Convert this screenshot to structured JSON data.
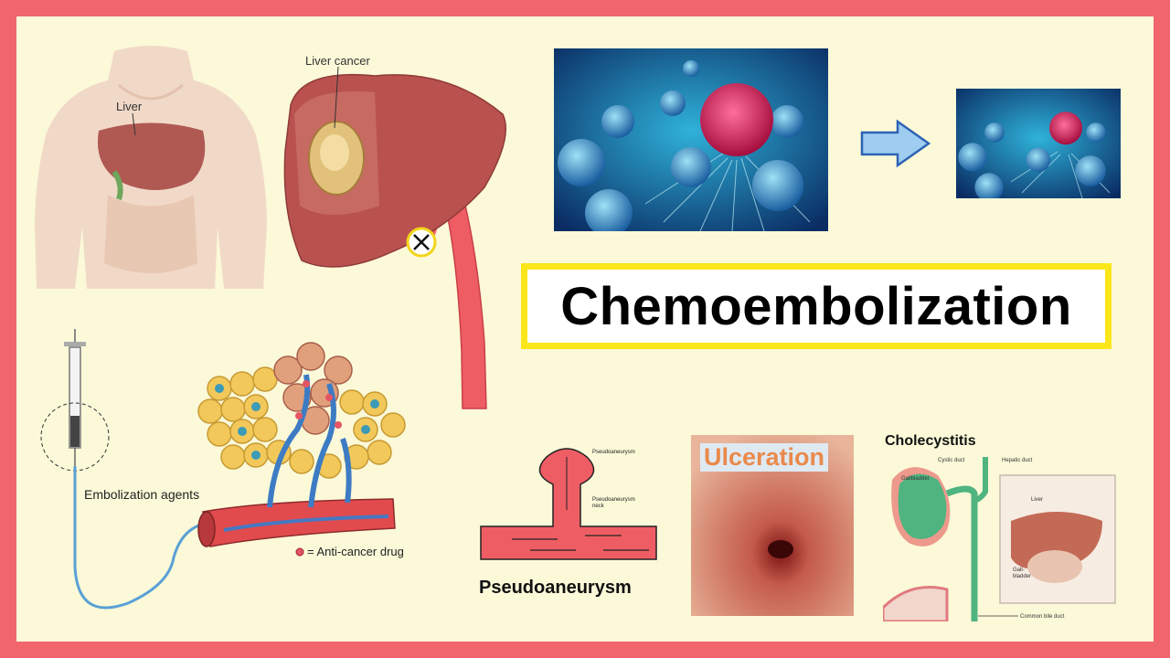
{
  "title": "Chemoembolization",
  "torso": {
    "liver_label": "Liver"
  },
  "liver_cancer": {
    "label": "Liver cancer"
  },
  "embolization": {
    "agents_label": "Embolization agents",
    "drug_legend": "= Anti-cancer drug"
  },
  "complications": {
    "pseudoaneurysm": {
      "caption": "Pseudoaneurysm",
      "label_sac": "Pseudoaneurysm",
      "label_neck_1": "Pseudoaneurysm",
      "label_neck_2": "neck"
    },
    "ulceration": {
      "caption": "Ulceration"
    },
    "cholecystitis": {
      "caption": "Cholecystitis",
      "labels": {
        "cystic_duct": "Cystic duct",
        "hepatic_duct": "Hepatic duct",
        "gallbladder": "Gallbladder",
        "liver": "Liver",
        "gall_1": "Gall-",
        "gall_2": "bladder",
        "common_bile_duct": "Common bile duct"
      }
    }
  },
  "colors": {
    "border": "#f0666c",
    "background": "#fbf9d8",
    "title_border": "#fbe61a",
    "artery": "#ef5d64",
    "liver": "#b9524f"
  }
}
